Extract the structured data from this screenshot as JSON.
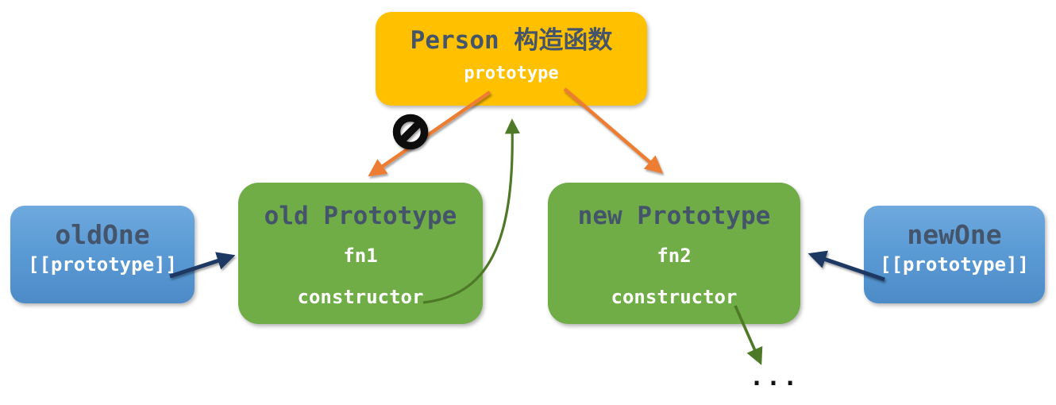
{
  "diagram": {
    "person": {
      "title": "Person 构造函数",
      "property": "prototype"
    },
    "old_prototype": {
      "title": "old Prototype",
      "members": [
        "fn1",
        "constructor"
      ]
    },
    "new_prototype": {
      "title": "new Prototype",
      "members": [
        "fn2",
        "constructor"
      ]
    },
    "old_one": {
      "title": "oldOne",
      "property": "[[prototype]]"
    },
    "new_one": {
      "title": "newOne",
      "property": "[[prototype]]"
    },
    "ellipsis": "..."
  },
  "icons": {
    "prohibited_icon": "no-symbol (circle with slash)"
  },
  "colors": {
    "person_box": "#FFC000",
    "prototype_box": "#70AD47",
    "instance_box": "#5B9BD5",
    "title_text": "#44546A",
    "label_text": "#FFFFFF",
    "arrow_orange": "#ED7D31",
    "arrow_navy": "#1F3864",
    "arrow_green": "#4E7A27",
    "prohibited_icon": "#111111",
    "background": "#FFFFFF"
  }
}
